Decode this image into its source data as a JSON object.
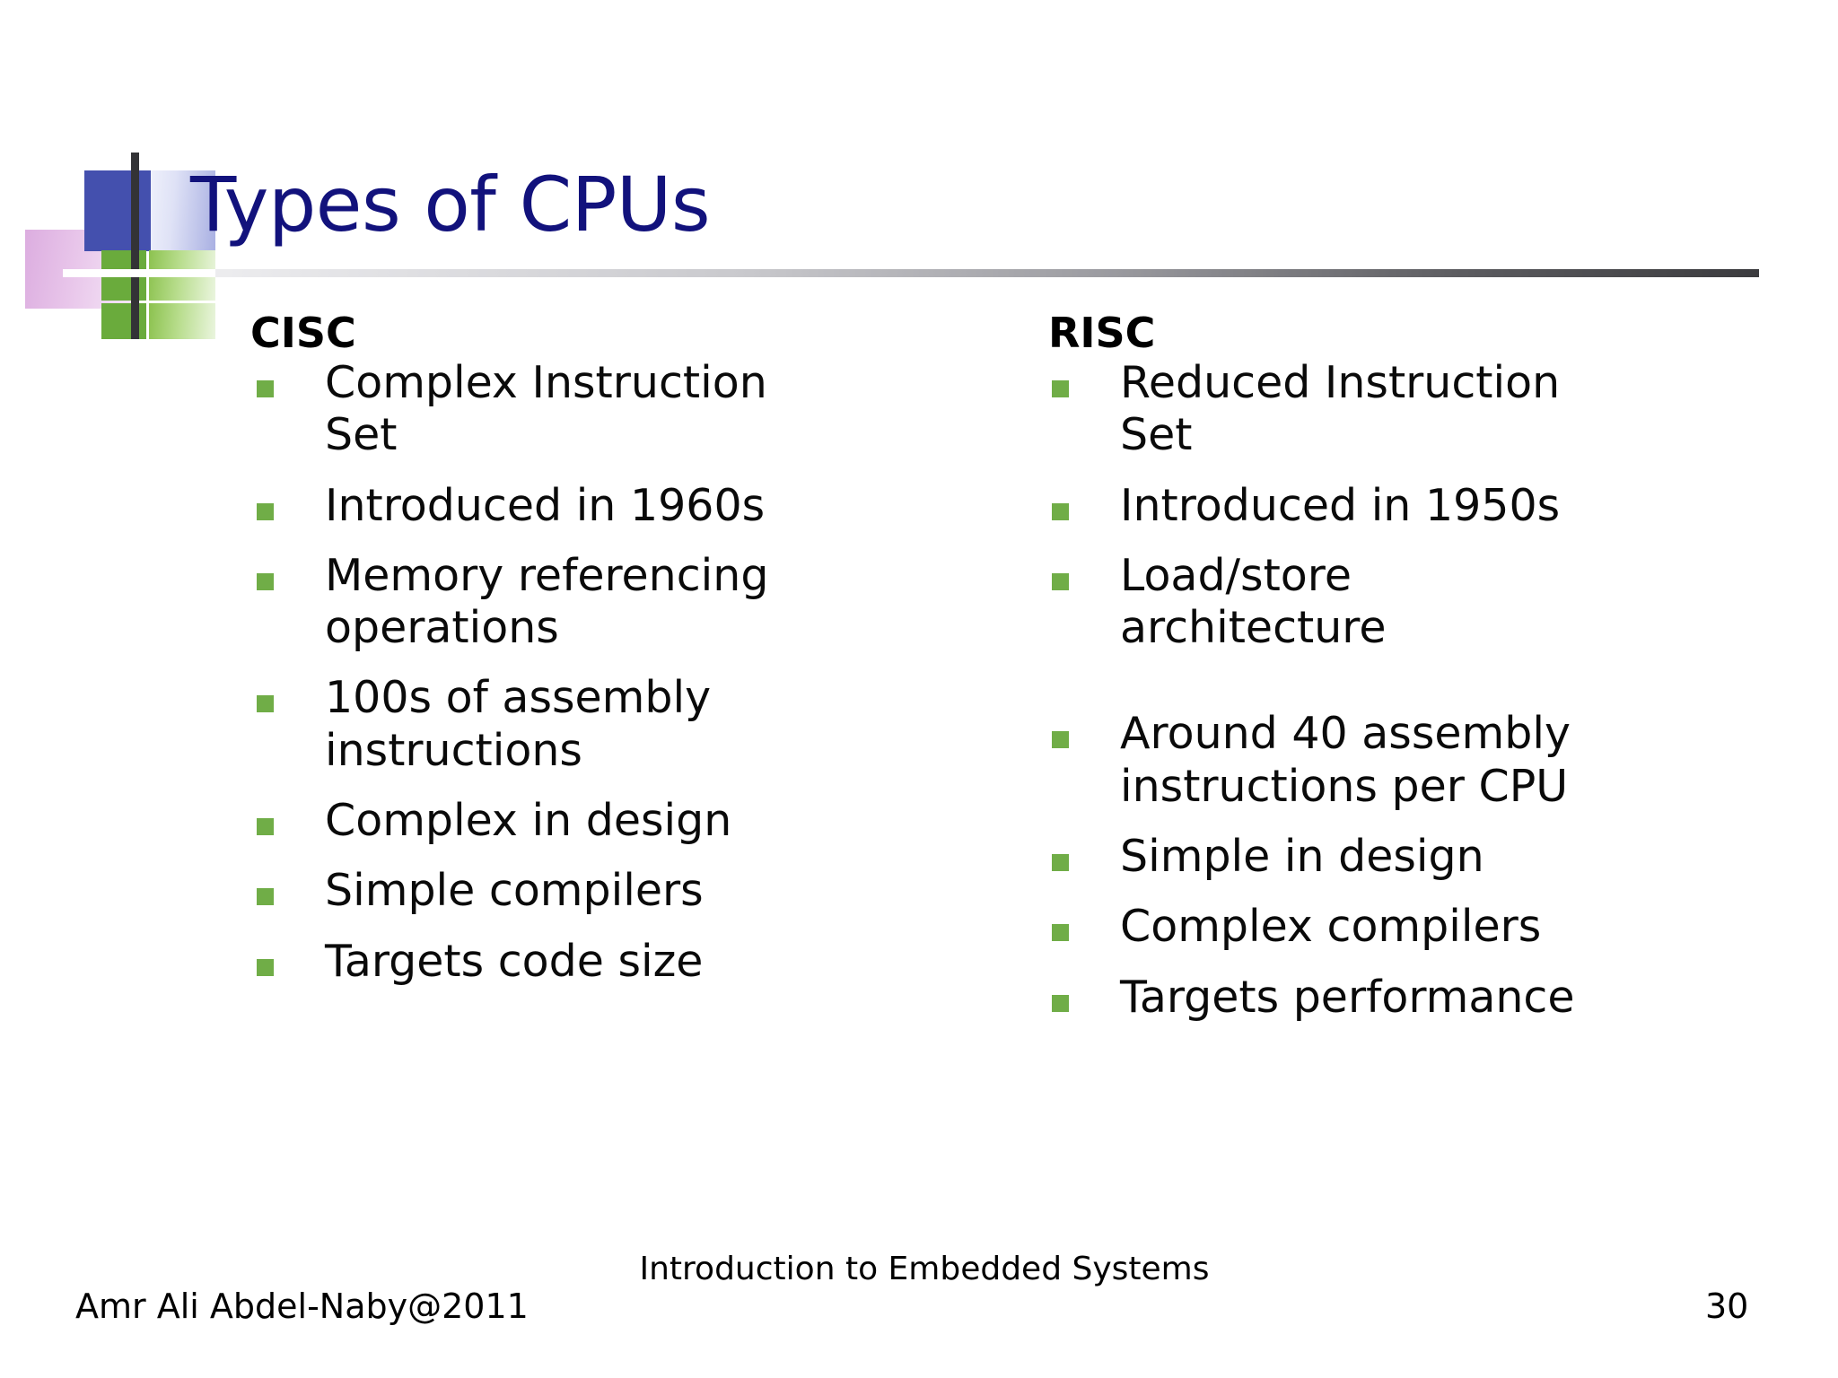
{
  "slide": {
    "title": "Types of CPUs",
    "title_color": "#12127c",
    "bullet_color": "#70ad47",
    "background": "#ffffff"
  },
  "columns": [
    {
      "heading": "CISC",
      "bullets": [
        "Complex Instruction Set",
        "Introduced in 1960s",
        "Memory referencing operations",
        "100s of assembly instructions",
        "Complex in design",
        "Simple compilers",
        "Targets code size"
      ]
    },
    {
      "heading": "RISC",
      "bullets": [
        "Reduced Instruction Set",
        "Introduced in 1950s",
        "Load/store architecture",
        "Around 40 assembly instructions per CPU",
        "Simple in design",
        "Complex compilers",
        "Targets performance"
      ]
    }
  ],
  "footer": {
    "author": "Amr Ali Abdel-Naby@2011",
    "course": "Introduction to Embedded Systems",
    "page_number": "30"
  }
}
